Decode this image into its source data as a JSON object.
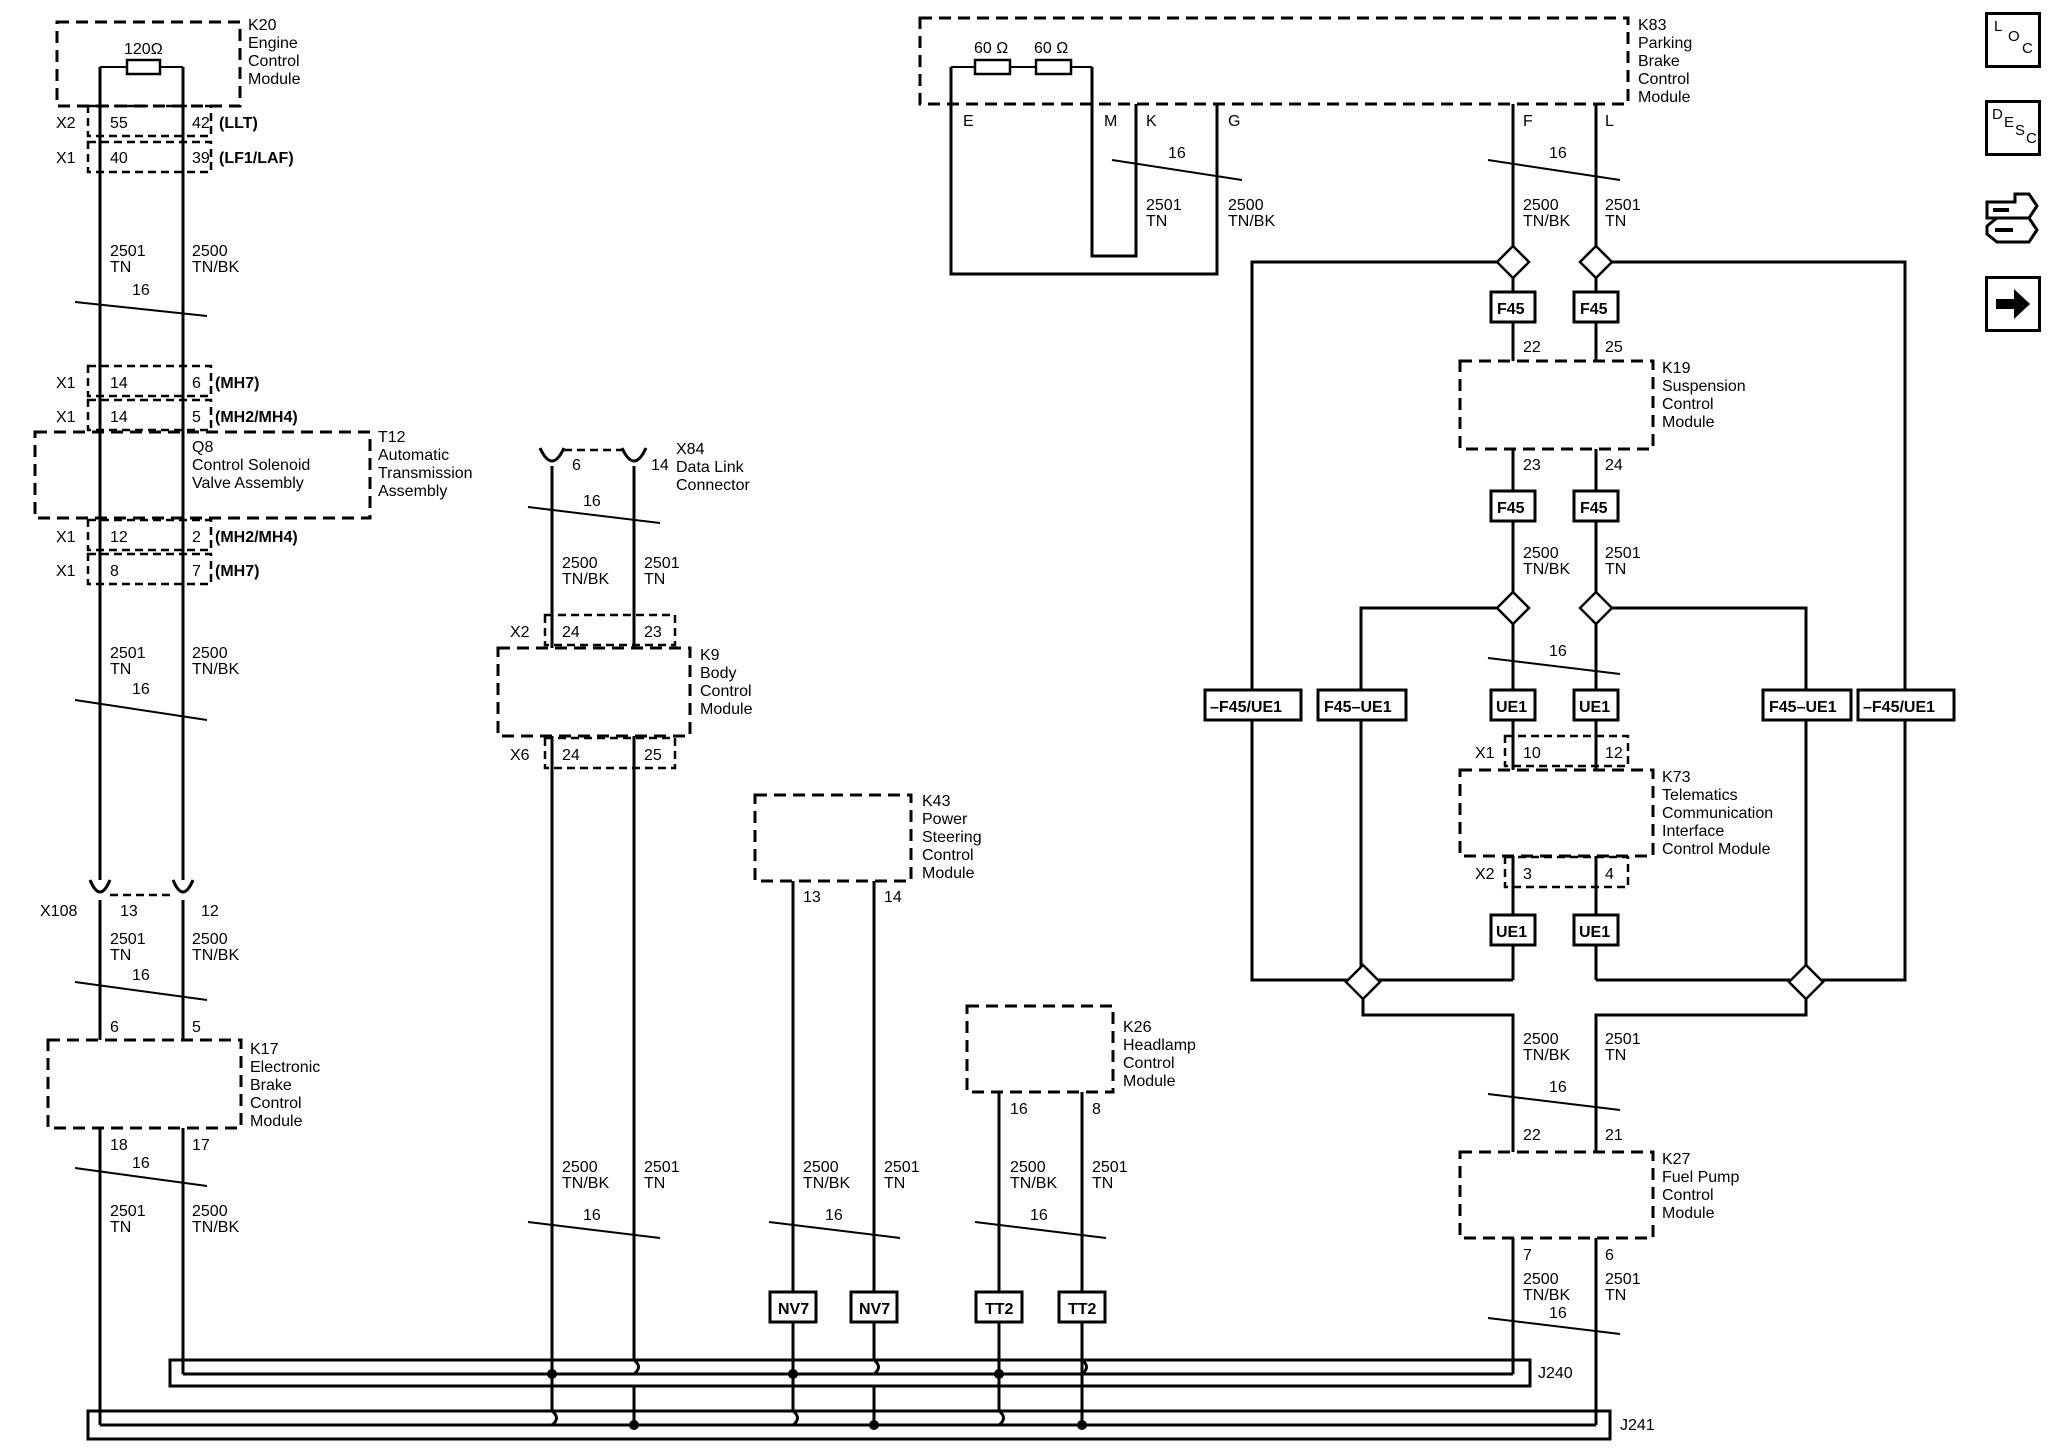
{
  "components": {
    "k20": {
      "ref": "K20",
      "name": [
        "Engine",
        "Control",
        "Module"
      ],
      "resistor": "120Ω",
      "conn_x2": "X2",
      "conn_x1": "X1",
      "pin_55": "55",
      "pin_42": "42",
      "opt_llt": "(LLT)",
      "pin_40": "40",
      "pin_39": "39",
      "opt_lf1": "(LF1/LAF)"
    },
    "t12": {
      "ref": "T12",
      "name": [
        "Automatic",
        "Transmission",
        "Assembly"
      ],
      "sub_ref": "Q8",
      "sub_name": [
        "Control Solenoid",
        "Valve Assembly"
      ],
      "conn_x1": "X1",
      "pin_14": "14",
      "pin_6": "6",
      "opt_mh7": "(MH7)",
      "pin_5": "5",
      "opt_mh2mh4": "(MH2/MH4)",
      "pin_12": "12",
      "pin_2": "2",
      "pin_8": "8",
      "pin_7": "7"
    },
    "k17": {
      "ref": "K17",
      "name": [
        "Electronic",
        "Brake",
        "Control",
        "Module"
      ],
      "conn": "X108",
      "pin_13": "13",
      "pin_12": "12",
      "pin_6": "6",
      "pin_5": "5",
      "pin_18": "18",
      "pin_17": "17"
    },
    "x84": {
      "ref": "X84",
      "name": [
        "Data Link",
        "Connector"
      ],
      "pin_6": "6",
      "pin_14": "14"
    },
    "k9": {
      "ref": "K9",
      "name": [
        "Body",
        "Control",
        "Module"
      ],
      "conn_x2": "X2",
      "conn_x6": "X6",
      "pin_24": "24",
      "pin_23": "23",
      "pin_25": "25"
    },
    "k43": {
      "ref": "K43",
      "name": [
        "Power",
        "Steering",
        "Control",
        "Module"
      ],
      "pin_13": "13",
      "pin_14": "14"
    },
    "k26": {
      "ref": "K26",
      "name": [
        "Headlamp",
        "Control",
        "Module"
      ],
      "pin_16": "16",
      "pin_8": "8"
    },
    "k83": {
      "ref": "K83",
      "name": [
        "Parking",
        "Brake",
        "Control",
        "Module"
      ],
      "resistor": "60 Ω",
      "pins": {
        "e": "E",
        "m": "M",
        "k": "K",
        "g": "G",
        "f": "F",
        "l": "L"
      }
    },
    "k19": {
      "ref": "K19",
      "name": [
        "Suspension",
        "Control",
        "Module"
      ],
      "pin_22": "22",
      "pin_25": "25",
      "pin_23": "23",
      "pin_24": "24"
    },
    "k73": {
      "ref": "K73",
      "name": [
        "Telematics",
        "Communication",
        "Interface",
        "Control Module"
      ],
      "conn_x1": "X1",
      "conn_x2": "X2",
      "pin_10": "10",
      "pin_12": "12",
      "pin_3": "3",
      "pin_4": "4"
    },
    "k27": {
      "ref": "K27",
      "name": [
        "Fuel Pump",
        "Control",
        "Module"
      ],
      "pin_22": "22",
      "pin_21": "21",
      "pin_7": "7",
      "pin_6": "6"
    }
  },
  "wires": {
    "tn_circuit": "2501",
    "tn_color": "TN",
    "tnbk_circuit": "2500",
    "tnbk_color": "TN/BK",
    "twist": "16"
  },
  "options": {
    "f45": "F45",
    "ue1": "UE1",
    "nv7": "NV7",
    "tt2": "TT2",
    "not_f45_ue1": "–F45/UE1",
    "f45_not_ue1": "F45–UE1"
  },
  "splices": {
    "j240": "J240",
    "j241": "J241"
  },
  "sidebar": {
    "loc_letters": [
      "L",
      "O",
      "C"
    ],
    "desc_letters": [
      "D",
      "E",
      "S",
      "C"
    ],
    "icons": [
      "connector-end-view-icon",
      "next-page-arrow-icon"
    ]
  }
}
